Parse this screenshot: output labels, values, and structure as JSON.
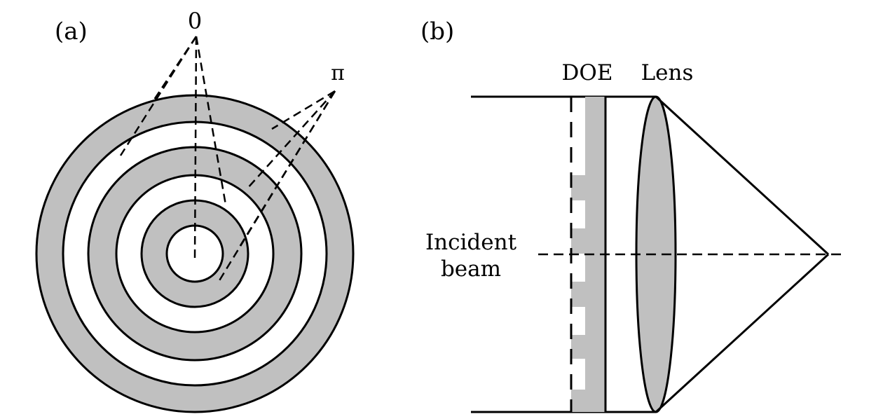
{
  "panel_a": {
    "label": "(a)",
    "phase_zero": "0",
    "phase_pi": "π"
  },
  "panel_b": {
    "label": "(b)",
    "doe_label": "DOE",
    "lens_label": "Lens",
    "beam_label_line1": "Incident",
    "beam_label_line2": "beam"
  },
  "colors": {
    "fill_gray": "#c0c0c0",
    "stroke": "#000000",
    "background": "#ffffff"
  }
}
